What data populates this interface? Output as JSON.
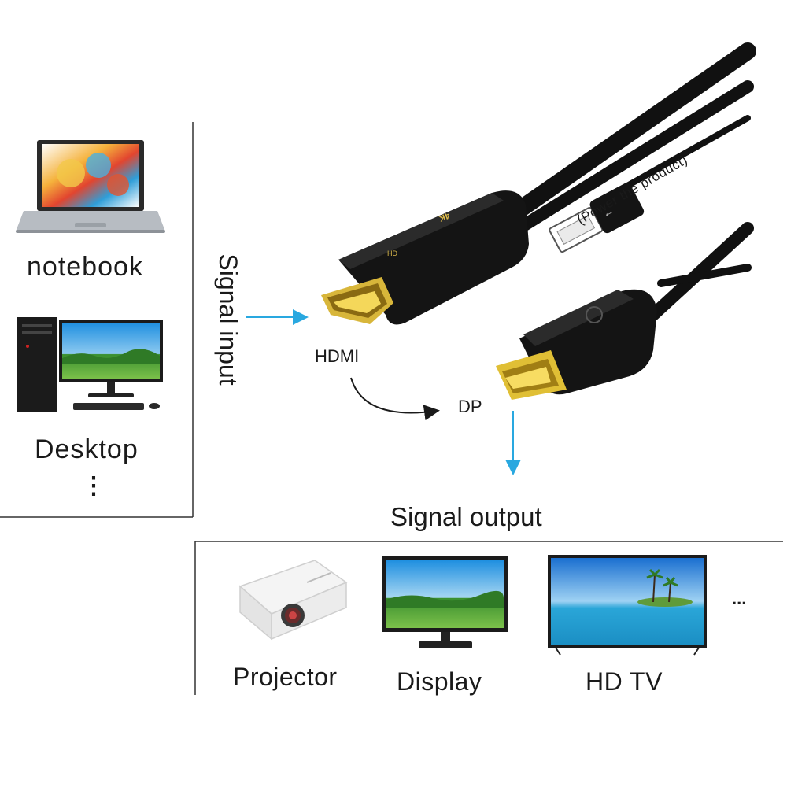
{
  "sources": {
    "notebook_label": "notebook",
    "desktop_label": "Desktop",
    "more_label": "⋮"
  },
  "input": {
    "label": "Signal input"
  },
  "adapter": {
    "hdmi_label": "HDMI",
    "dp_label": "DP",
    "power_note": "(Power the product)",
    "housing_text_4k": "4K",
    "housing_text_hd": "HD"
  },
  "output": {
    "title": "Signal output",
    "projector_label": "Projector",
    "display_label": "Display",
    "tv_label": "HD TV",
    "more_label": "..."
  },
  "colors": {
    "arrow_blue": "#29a8e0",
    "connector_gold": "#e8c23a",
    "cable_black": "#111111"
  }
}
